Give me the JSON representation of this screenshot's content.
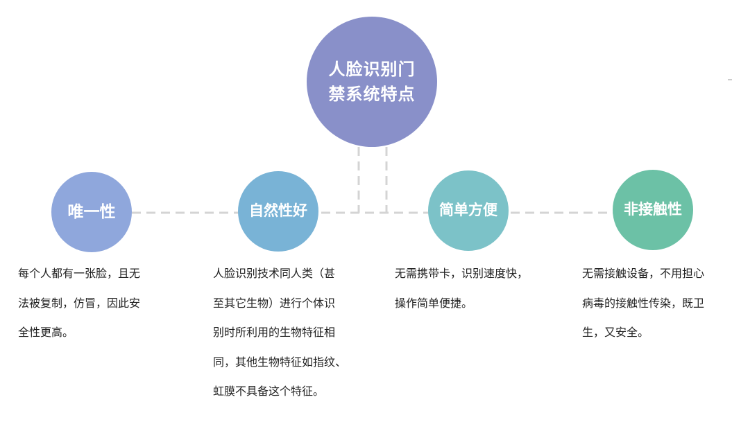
{
  "colors": {
    "center": "#8990c9",
    "features": [
      "#8fa7dc",
      "#79b3d6",
      "#7cc2c8",
      "#6cc1a6"
    ],
    "connector": "#d4d4d4",
    "text": "#222222"
  },
  "center": {
    "title_line1": "人脸识别门",
    "title_line2": "禁系统特点"
  },
  "features": [
    {
      "title": "唯一性",
      "description_lines": [
        "每个人都有一张脸，且无",
        "法被复制，仿冒，因此安",
        "全性更高。"
      ]
    },
    {
      "title": "自然性好",
      "description_lines": [
        "人脸识别技术同人类（甚",
        "至其它生物）进行个体识",
        "别时所利用的生物特征相",
        "同，其他生物特征如指纹、",
        "虹膜不具备这个特征。"
      ]
    },
    {
      "title": "简单方便",
      "description_lines": [
        "无需携带卡，识别速度快，",
        "操作简单便捷。"
      ]
    },
    {
      "title": "非接触性",
      "description_lines": [
        "无需接触设备，不用担心",
        "病毒的接触性传染，既卫",
        "生，又安全。"
      ]
    }
  ]
}
